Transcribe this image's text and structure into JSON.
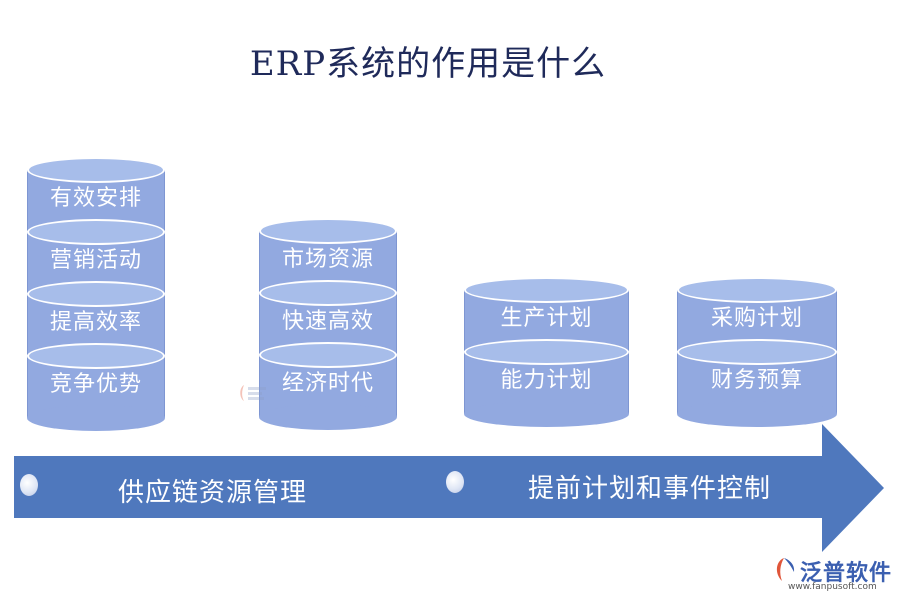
{
  "title": "ERP系统的作用是什么",
  "columns": [
    {
      "items": [
        "有效安排",
        "营销活动",
        "提高效率",
        "竞争优势"
      ]
    },
    {
      "items": [
        "市场资源",
        "快速高效",
        "经济时代"
      ]
    },
    {
      "items": [
        "生产计划",
        "能力计划"
      ]
    },
    {
      "items": [
        "采购计划",
        "财务预算"
      ]
    }
  ],
  "arrow": {
    "left_label": "供应链资源管理",
    "right_label": "提前计划和事件控制",
    "color": "#4f78bd"
  },
  "disk_color": "#92a9e0",
  "logo": {
    "name": "泛普软件",
    "url": "www.fanpusoft.com"
  },
  "watermark_icon": "fanpu-logo-icon"
}
